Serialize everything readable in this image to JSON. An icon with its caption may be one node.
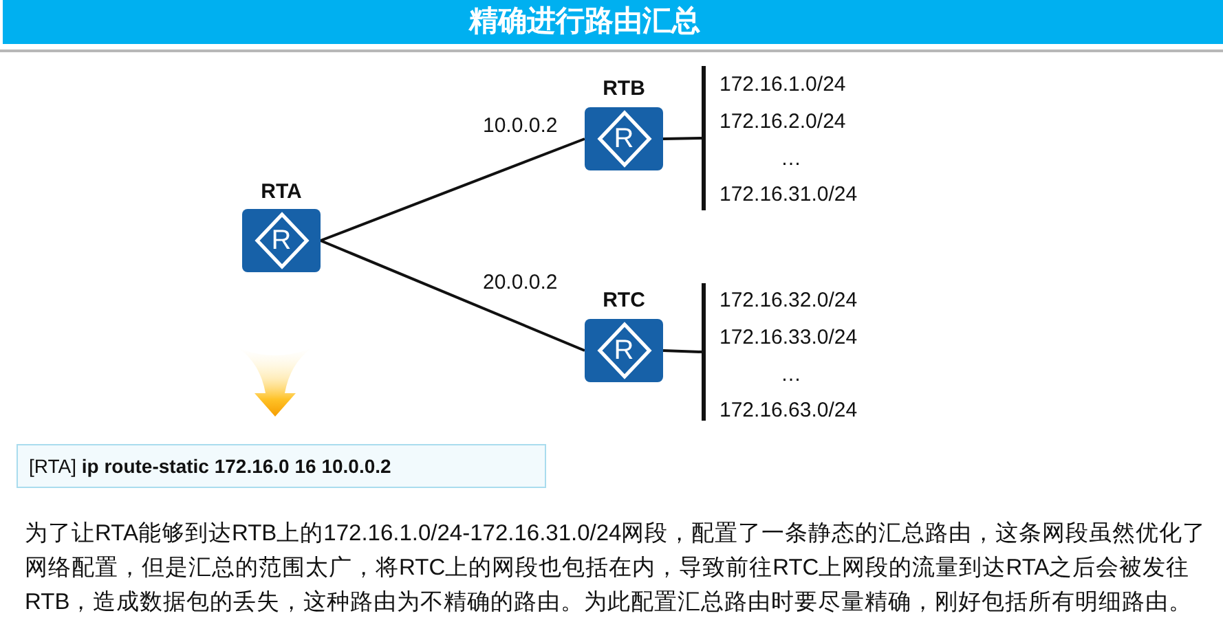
{
  "diagram": {
    "title": "精确进行路由汇总",
    "nodes": [
      {
        "text": [
          "RTA",
          "R"
        ]
      },
      {
        "text": [
          "RTB",
          "R"
        ]
      },
      {
        "text": [],
        "shape": "bar",
        "beside": [
          "172.16.1.0/24",
          "172.16.2.0/24",
          "…",
          "172.16.31.0/24"
        ]
      },
      {
        "text": [
          "RTC",
          "R"
        ]
      },
      {
        "text": [],
        "shape": "bar",
        "beside": [
          "172.16.32.0/24",
          "172.16.33.0/24",
          "…",
          "172.16.63.0/24"
        ]
      },
      {
        "text": [
          "[RTA] **ip route-static 172.16.0 16 10.0.0.2**"
        ]
      }
    ],
    "edges": [
      {
        "from": 0,
        "to": 1,
        "arrow": "none",
        "label": "10.0.0.2"
      },
      {
        "from": 0,
        "to": 3,
        "arrow": "none",
        "label": "20.0.0.2"
      },
      {
        "from": 1,
        "to": 2,
        "arrow": "none"
      },
      {
        "from": 3,
        "to": 4,
        "arrow": "none"
      }
    ],
    "labels": [
      "为了让RTA能够到达RTB上的172.16.1.0/24-172.16.31.0/24网段，配置了一条静态的汇总路由，这条网段虽然优化了网络配置，但是汇总的范围太广，将RTC上的网段也包括在内，导致前往RTC上网段的流量到达RTA之后会被发往RTB，造成数据包的丢失，这种路由为不精确的路由。为此配置汇总路由时要尽量精确，刚好包括所有明细路由。"
    ]
  }
}
